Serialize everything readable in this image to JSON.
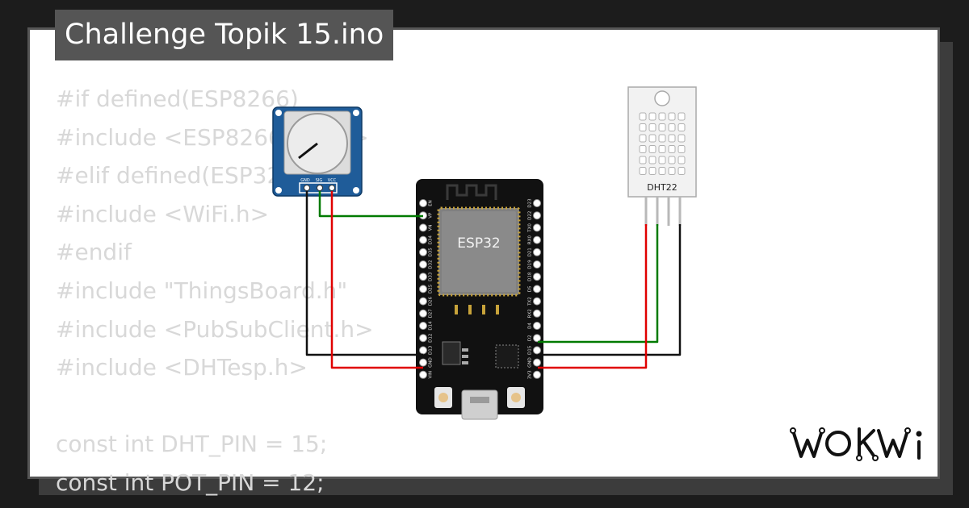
{
  "project": {
    "title": "Challenge Topik 15.ino"
  },
  "code_lines": [
    "#if defined(ESP8266)",
    "#include <ESP8266WiFi.h>",
    "#elif defined(ESP32)",
    "#include <WiFi.h>",
    "#endif",
    "#include \"ThingsBoard.h\"",
    "#include <PubSubClient.h>",
    "#include <DHTesp.h>",
    "",
    "const int DHT_PIN = 15;",
    "const int POT_PIN = 12;"
  ],
  "components": {
    "potentiometer": {
      "pin_labels": [
        "GND",
        "SIG",
        "VCC"
      ]
    },
    "esp32": {
      "label": "ESP32",
      "left_pins": [
        "EN",
        "VP",
        "VN",
        "D34",
        "D35",
        "D32",
        "D33",
        "D25",
        "D26",
        "D27",
        "D14",
        "D12",
        "D13",
        "GND",
        "VIN"
      ],
      "right_pins": [
        "D23",
        "D22",
        "TX0",
        "RX0",
        "D21",
        "D19",
        "D18",
        "D5",
        "TX2",
        "RX2",
        "D4",
        "D2",
        "D15",
        "GND",
        "3V3"
      ]
    },
    "dht22": {
      "label": "DHT22"
    }
  },
  "brand": {
    "logo_text": "WOKWi"
  },
  "colors": {
    "wire_signal": "#007a00",
    "wire_power": "#e00000",
    "wire_ground": "#111111",
    "esp32_board": "#111111",
    "esp32_chip": "#808080",
    "potentiometer_board": "#1f5c99",
    "dht22_body": "#f2f2f2"
  }
}
